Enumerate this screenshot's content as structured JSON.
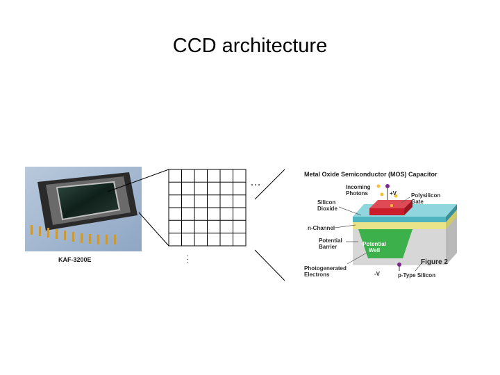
{
  "slide": {
    "title": "CCD architecture"
  },
  "chip": {
    "caption": "KAF-3200E"
  },
  "grid": {
    "rows": 6,
    "cols": 6,
    "ellipsis_h": "…",
    "ellipsis_v": "⋮"
  },
  "mos": {
    "title": "Metal Oxide Semiconductor (MOS) Capacitor",
    "incoming_photons": "Incoming Photons",
    "plus_v": "+V",
    "polysilicon_gate": "Polysilicon Gate",
    "silicon_dioxide": "Silicon Dioxide",
    "n_channel": "n-Channel",
    "potential_barrier": "Potential Barrier",
    "potential_well": "Potential Well",
    "photogenerated_electrons": "Photogenerated Electrons",
    "minus_v": "-V",
    "p_type_silicon": "p-Type Silicon",
    "figure_label": "Figure 2"
  }
}
